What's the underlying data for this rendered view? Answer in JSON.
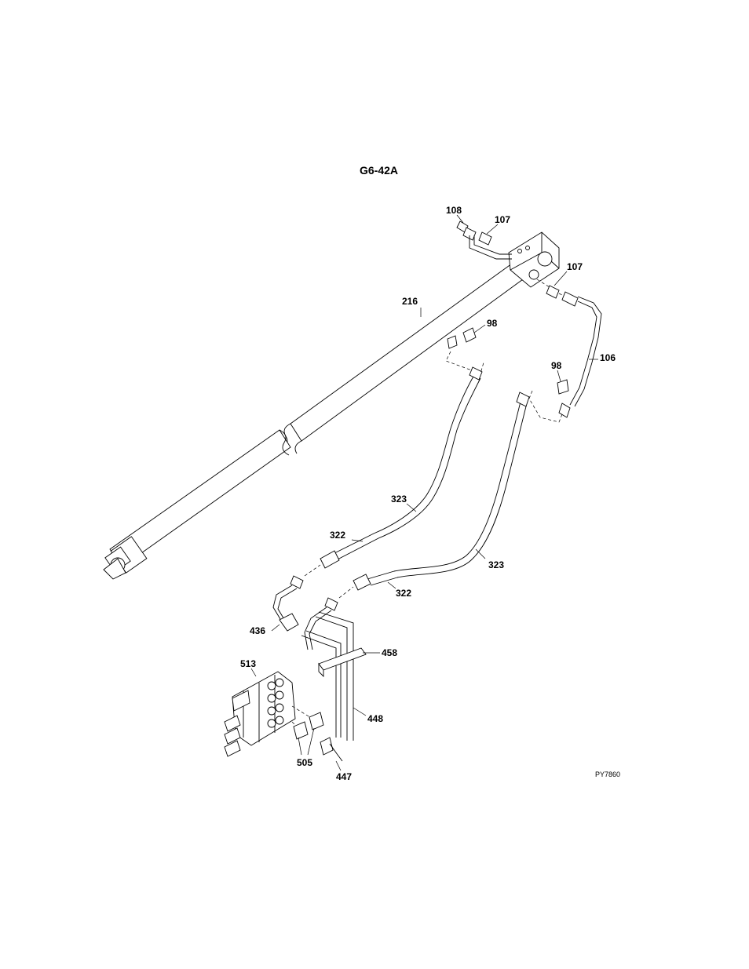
{
  "figure_id": "G6-42A",
  "drawing_code": "PY7860",
  "callouts": {
    "c108": "108",
    "c107a": "107",
    "c107b": "107",
    "c216": "216",
    "c98a": "98",
    "c98b": "98",
    "c106": "106",
    "c323a": "323",
    "c323b": "323",
    "c322a": "322",
    "c322b": "322",
    "c436": "436",
    "c458": "458",
    "c513": "513",
    "c448": "448",
    "c505": "505",
    "c447": "447"
  }
}
